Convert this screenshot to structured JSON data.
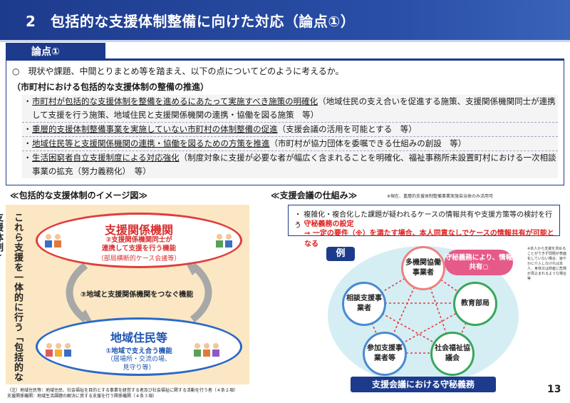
{
  "header": {
    "title": "2　包括的な支援体制整備に向けた対応（論点①）",
    "colors": {
      "primary": "#1d3b8c",
      "red": "#e03e3e",
      "blue": "#2a68c8"
    }
  },
  "ronten": {
    "tag": "論点①",
    "intro_mark": "○",
    "intro": "現状や課題、中間とりまとめ等を踏まえ、以下の点についてどのように考えるか。",
    "subheading": "（市町村における包括的な支援体制の整備の推進）",
    "bullets": [
      {
        "dot": "・",
        "underlined": "市町村が包括的な支援体制を整備を進めるにあたって実施すべき施策の明確化",
        "rest": "（地域住民の支え合いを促進する施策、支援関係機関同士が連携して支援を行う施策、地域住民と支援関係機関の連携・協働を図る施策　等）"
      },
      {
        "dot": "・",
        "underlined": "重層的支援体制整備事業を実施していない市町村の体制整備の促進",
        "rest": "（支援会議の活用を可能とする　等）"
      },
      {
        "dot": "・",
        "underlined": "地域住民等と支援関係機関の連携・協働を図るための方策を推進",
        "rest": "（市町村が協力団体を委嘱できる仕組みの創設　等）"
      },
      {
        "dot": "・",
        "underlined": "生活困窮者自立支援制度による対応強化",
        "rest": "（制度対象に支援が必要な者が幅広く含まれることを明確化、福祉事務所未設置町村における一次相談事業の拡充（努力義務化）　等）"
      }
    ]
  },
  "left": {
    "heading": "≪包括的な支援体制のイメージ図≫",
    "vertical_label": "これら支援を一体的に行う「包括的な支援体制」",
    "top_oval": {
      "title": "支援関係機関",
      "line1": "②支援関係機関同士が",
      "line2": "連携して支援を行う機能",
      "line3": "（部局横断的ケース会議等）"
    },
    "connect": "③地域と支援関係機関をつなぐ機能",
    "bottom_oval": {
      "title": "地域住民等",
      "line1": "①地域で支え合う機能",
      "line2": "（居場所・交流の場、",
      "line3": "見守り等）"
    },
    "footnote1": "（注）地域住民等：地域住民、社会福祉を目的とする事業を経営する者及び社会福祉に関する活動を行う者（４条２項）",
    "footnote2": "支援関係機関：地域生活課題の解決に資する支援を行う関係機関（４条３項）"
  },
  "right": {
    "heading": "≪支援会議の仕組み≫",
    "note": "※現在、重層的支援体制整備事業実施自治体のみ活用可",
    "box_line1": "・ 複雑化・複合化した課題が疑われるケースの情報共有や支援方策等の検討を行う",
    "box_line2": "・ 守秘義務の設定",
    "box_line3": "⇒ 一定の要件（※）を満たす場合、本人同意なしでケースの情報共有が可能となる",
    "rei": "例",
    "nodes": {
      "top": "多機関協働事業者",
      "left": "相談支援事業者",
      "right": "教育部局",
      "bottom_left": "参加支援事業者等",
      "bottom_right": "社会福祉協議会"
    },
    "bubble": "守秘義務により、情報共有○",
    "side_note": "※本人から支援を求めることができず問題が表面化していない場合、速やかに介入しなければ本人、身体又は財産に危険が見込まれるような場合等",
    "bottom_label": "支援会議における守秘義務"
  },
  "page_number": "13"
}
